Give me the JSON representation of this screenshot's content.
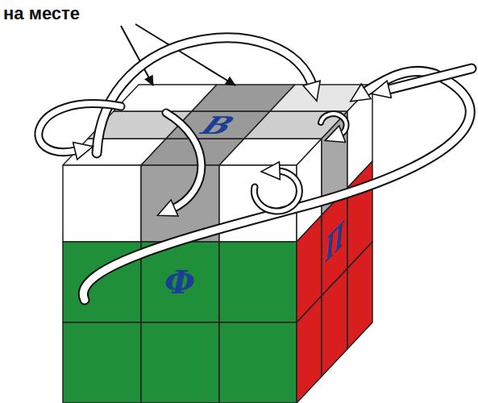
{
  "diagram": {
    "labels": [
      "на месте",
      "В",
      "Ф",
      "П"
    ]
  }
}
